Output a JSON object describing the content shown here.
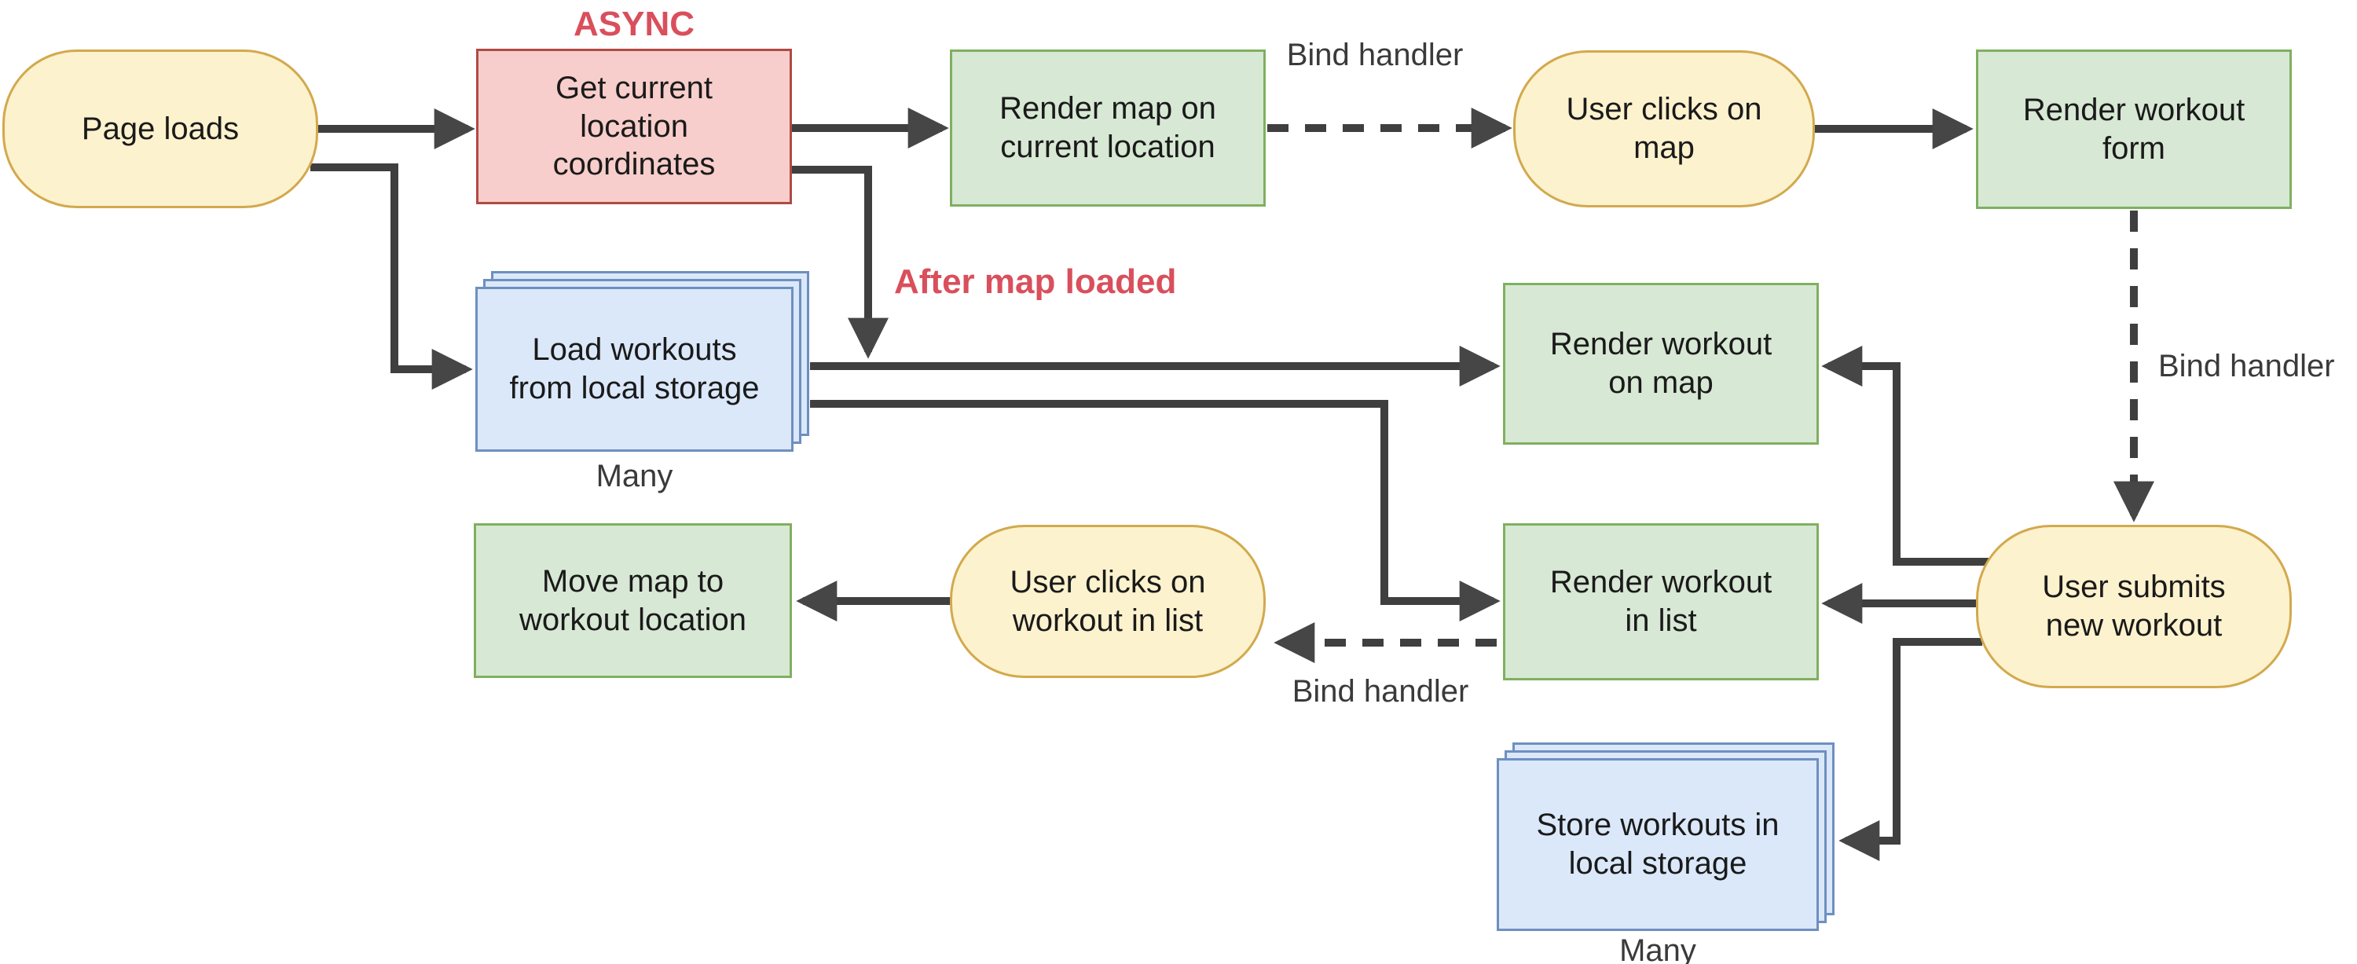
{
  "diagram_type": "flowchart",
  "colors": {
    "background": "#FFFFFF",
    "node_yellow_fill": "#FDF2CE",
    "node_yellow_border": "#D2A94D",
    "node_red_fill": "#F7CECB",
    "node_red_border": "#B04A45",
    "node_green_fill": "#D7E8D4",
    "node_green_border": "#7FB05F",
    "node_blue_fill": "#DAE8FA",
    "node_blue_border": "#6F8FBF",
    "arrow": "#3F3F3F",
    "label_red_text": "#D94F5C",
    "label_gray_text": "#3A3A3A",
    "node_text": "#1A1A1A"
  },
  "nodes": {
    "page_loads": {
      "label": "Page loads",
      "shape": "rounded",
      "color": "yellow"
    },
    "get_location": {
      "label": "Get current location coordinates",
      "shape": "rect",
      "color": "red",
      "tag": "ASYNC"
    },
    "render_map": {
      "label": "Render map on current location",
      "shape": "rect",
      "color": "green"
    },
    "user_clicks_map": {
      "label": "User clicks on map",
      "shape": "rounded",
      "color": "yellow"
    },
    "render_workout_form": {
      "label": "Render workout form",
      "shape": "rect",
      "color": "green"
    },
    "load_workouts": {
      "label": "Load workouts from local storage",
      "shape": "stack",
      "color": "blue",
      "note": "Many"
    },
    "render_workout_on_map": {
      "label": "Render workout on map",
      "shape": "rect",
      "color": "green"
    },
    "move_map": {
      "label": "Move map to workout location",
      "shape": "rect",
      "color": "green"
    },
    "user_clicks_workout": {
      "label": "User clicks on workout in list",
      "shape": "rounded",
      "color": "yellow"
    },
    "render_workout_in_list": {
      "label": "Render workout in list",
      "shape": "rect",
      "color": "green"
    },
    "user_submits": {
      "label": "User submits new workout",
      "shape": "rounded",
      "color": "yellow"
    },
    "store_workouts": {
      "label": "Store workouts in local storage",
      "shape": "stack",
      "color": "blue",
      "note": "Many"
    }
  },
  "annotations": {
    "async": "ASYNC",
    "after_map_loaded": "After map loaded",
    "bind_handler": "Bind handler",
    "many": "Many"
  },
  "edges": [
    {
      "from": "page_loads",
      "to": "get_location",
      "style": "solid"
    },
    {
      "from": "page_loads",
      "to": "load_workouts",
      "style": "solid"
    },
    {
      "from": "get_location",
      "to": "render_map",
      "style": "solid"
    },
    {
      "from": "get_location",
      "to": "render_workout_on_map",
      "style": "solid",
      "label": "After map loaded"
    },
    {
      "from": "render_map",
      "to": "user_clicks_map",
      "style": "dashed",
      "label": "Bind handler"
    },
    {
      "from": "user_clicks_map",
      "to": "render_workout_form",
      "style": "solid"
    },
    {
      "from": "render_workout_form",
      "to": "user_submits",
      "style": "dashed",
      "label": "Bind handler"
    },
    {
      "from": "load_workouts",
      "to": "render_workout_on_map",
      "style": "solid"
    },
    {
      "from": "load_workouts",
      "to": "render_workout_in_list",
      "style": "solid"
    },
    {
      "from": "user_submits",
      "to": "render_workout_on_map",
      "style": "solid"
    },
    {
      "from": "user_submits",
      "to": "render_workout_in_list",
      "style": "solid"
    },
    {
      "from": "user_submits",
      "to": "store_workouts",
      "style": "solid"
    },
    {
      "from": "render_workout_in_list",
      "to": "user_clicks_workout",
      "style": "dashed",
      "label": "Bind handler"
    },
    {
      "from": "user_clicks_workout",
      "to": "move_map",
      "style": "solid"
    }
  ]
}
